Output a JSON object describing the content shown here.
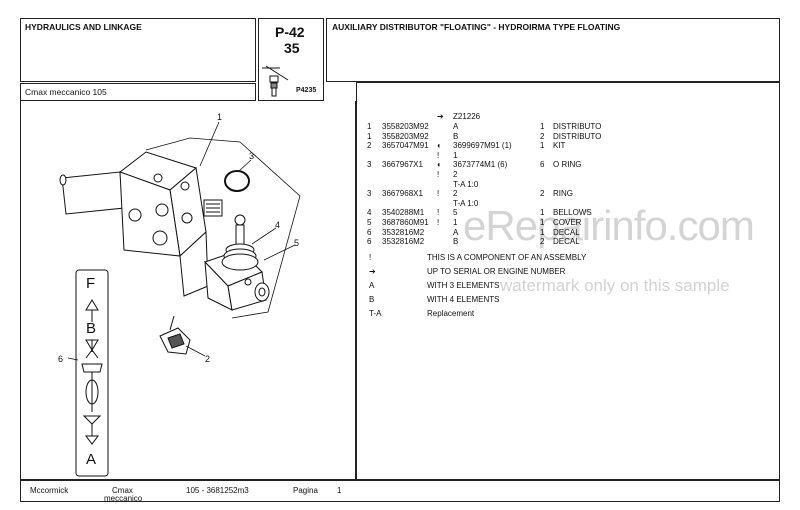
{
  "header": {
    "section_title": "HYDRAULICS AND LINKAGE",
    "page_code": "P-42",
    "page_number": "35",
    "image_code": "P4235",
    "model": "Cmax meccanico 105",
    "description": "AUXILIARY DISTRIBUTOR \"FLOATING\" - HYDROIRMA TYPE FLOATING"
  },
  "diagram": {
    "callouts": [
      "1",
      "2",
      "3",
      "4",
      "5",
      "6"
    ],
    "arrow_letters": [
      "F",
      "B",
      "A"
    ]
  },
  "parts": {
    "serial_row": {
      "note": "Z21226"
    },
    "rows": [
      {
        "ref": "1",
        "part": "3558203M92",
        "mark": "",
        "info": "A",
        "qty": "1",
        "desc": "DISTRIBUTO"
      },
      {
        "ref": "1",
        "part": "3558203M92",
        "mark": "",
        "info": "B",
        "qty": "2",
        "desc": "DISTRIBUTO"
      },
      {
        "ref": "2",
        "part": "3657047M91",
        "mark": "◐",
        "info": "3699697M91  (1)",
        "qty": "1",
        "desc": "KIT"
      },
      {
        "ref": "",
        "part": "",
        "mark": "!",
        "info": "1",
        "qty": "",
        "desc": ""
      },
      {
        "ref": "3",
        "part": "3667967X1",
        "mark": "◐",
        "info": "3673774M1  (6)",
        "qty": "6",
        "desc": "O RING"
      },
      {
        "ref": "",
        "part": "",
        "mark": "!",
        "info": "2",
        "qty": "",
        "desc": ""
      },
      {
        "ref": "",
        "part": "",
        "mark": "",
        "info": "T-A 1:0",
        "qty": "",
        "desc": ""
      },
      {
        "ref": "3",
        "part": "3667968X1",
        "mark": "!",
        "info": "2",
        "qty": "2",
        "desc": "RING"
      },
      {
        "ref": "",
        "part": "",
        "mark": "",
        "info": "T-A 1:0",
        "qty": "",
        "desc": ""
      },
      {
        "ref": "4",
        "part": "3540288M1",
        "mark": "!",
        "info": "5",
        "qty": "1",
        "desc": "BELLOWS"
      },
      {
        "ref": "5",
        "part": "3687860M91",
        "mark": "!",
        "info": "1",
        "qty": "1",
        "desc": "COVER"
      },
      {
        "ref": "6",
        "part": "3532816M2",
        "mark": "",
        "info": "A",
        "qty": "1",
        "desc": "DECAL"
      },
      {
        "ref": "6",
        "part": "3532816M2",
        "mark": "",
        "info": "B",
        "qty": "2",
        "desc": "DECAL"
      }
    ],
    "legend": [
      {
        "key": "!",
        "text": "THIS IS A COMPONENT OF AN ASSEMBLY"
      },
      {
        "key": "➔",
        "text": "UP TO SERIAL OR ENGINE NUMBER"
      },
      {
        "key": "A",
        "text": "WITH 3 ELEMENTS"
      },
      {
        "key": "B",
        "text": "WITH 4 ELEMENTS"
      },
      {
        "key": "T-A",
        "text": "Replacement"
      }
    ]
  },
  "footer": {
    "brand": "Mccormick",
    "model_line1": "Cmax",
    "model_line2": "meccanico",
    "doc": "105 - 3681252m3",
    "page_label": "Pagina",
    "page_value": "1"
  },
  "watermark": {
    "main": "eRepairinfo.com",
    "sub": "watermark only on this sample"
  }
}
